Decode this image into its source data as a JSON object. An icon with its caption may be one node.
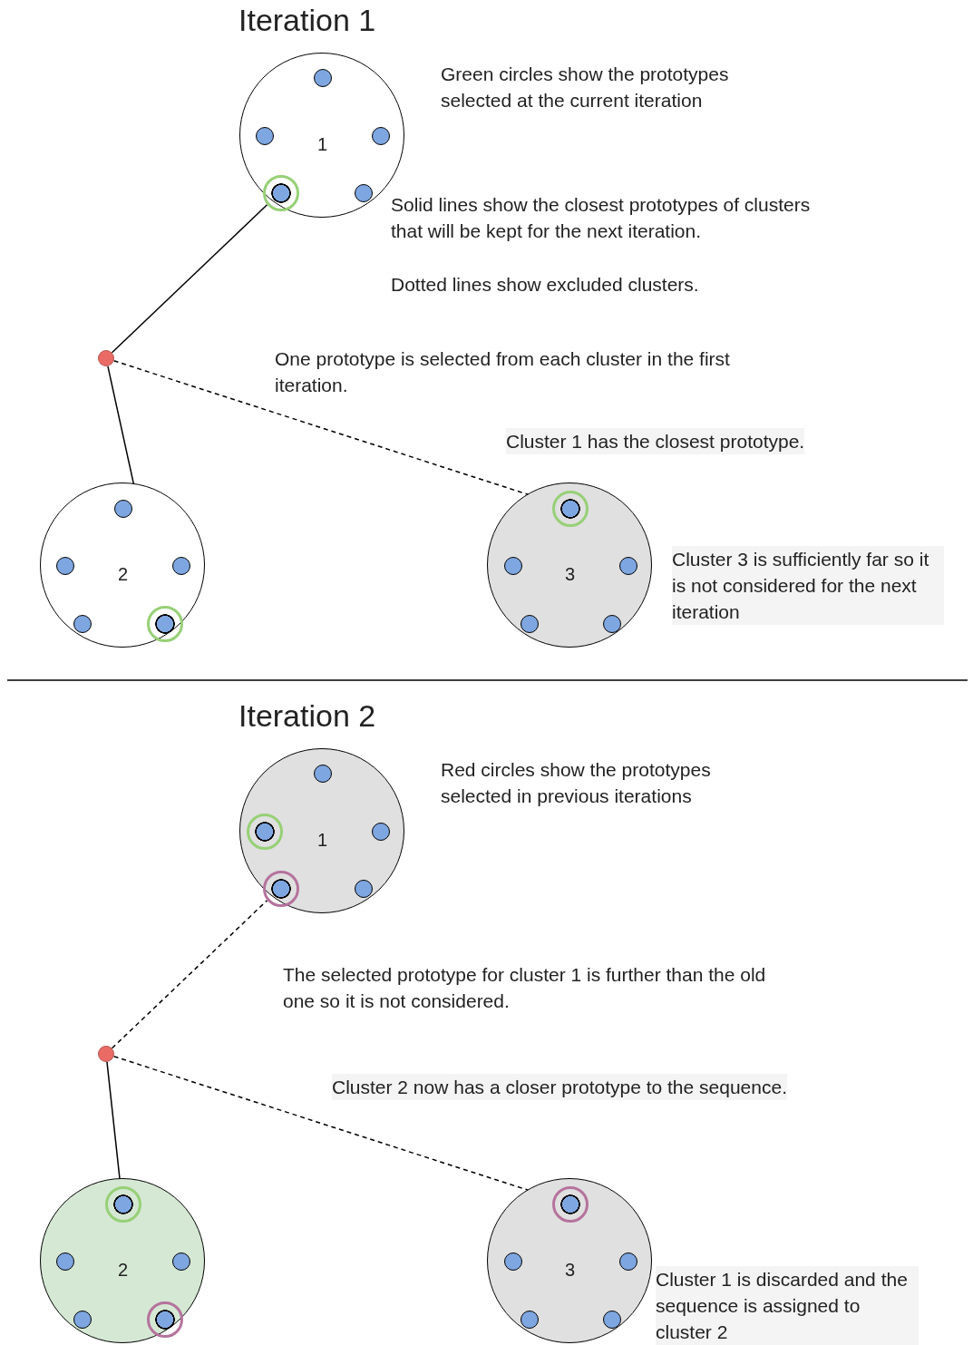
{
  "diagram": {
    "nodes": [
      {
        "text": [
          "1"
        ]
      },
      {
        "text": [],
        "shape": "circle",
        "in": 0
      },
      {
        "text": [],
        "shape": "circle"
      },
      {
        "text": [
          "2"
        ]
      },
      {
        "text": [],
        "shape": "circle",
        "in": 3
      },
      {
        "text": [
          "3"
        ]
      },
      {
        "text": [],
        "shape": "circle",
        "in": 5
      },
      {
        "text": [
          "1"
        ]
      },
      {
        "text": [],
        "shape": "circle",
        "in": 7
      },
      {
        "text": [],
        "shape": "circle"
      },
      {
        "text": [
          "2"
        ]
      },
      {
        "text": [],
        "shape": "circle",
        "in": 10
      },
      {
        "text": [
          "3"
        ]
      },
      {
        "text": [],
        "shape": "circle",
        "in": 12
      },
      {
        "text": [],
        "shape": "circle",
        "in": 7
      },
      {
        "text": [],
        "shape": "circle",
        "in": 10
      }
    ],
    "edges": [
      {
        "from": 2,
        "to": 1,
        "arrow": "none"
      },
      {
        "from": 2,
        "to": 4,
        "arrow": "none"
      },
      {
        "from": 2,
        "to": 6,
        "arrow": "none",
        "style": "dashed"
      },
      {
        "from": 9,
        "to": 14,
        "arrow": "none",
        "style": "dashed"
      },
      {
        "from": 9,
        "to": 11,
        "arrow": "none"
      },
      {
        "from": 9,
        "to": 13,
        "arrow": "none",
        "style": "dashed"
      }
    ],
    "labels": [
      "Iteration 1",
      "Green circles show the prototypes selected at the current iteration",
      "Solid lines show the closest prototypes of clusters that will be kept for the next iteration.",
      "Dotted lines show excluded clusters.",
      "One prototype is selected from each cluster in the first iteration.",
      "Cluster 1 has the closest prototype.",
      "Cluster 3 is sufficiently far so it is not considered for the next iteration",
      "Iteration 2",
      "Red circles show the prototypes selected in previous iterations",
      "The selected prototype for cluster 1 is further than the old one so it is not considered.",
      "Cluster 2 now has a closer prototype to the sequence.",
      "Cluster 1 is discarded and the sequence is assigned to cluster 2"
    ]
  }
}
